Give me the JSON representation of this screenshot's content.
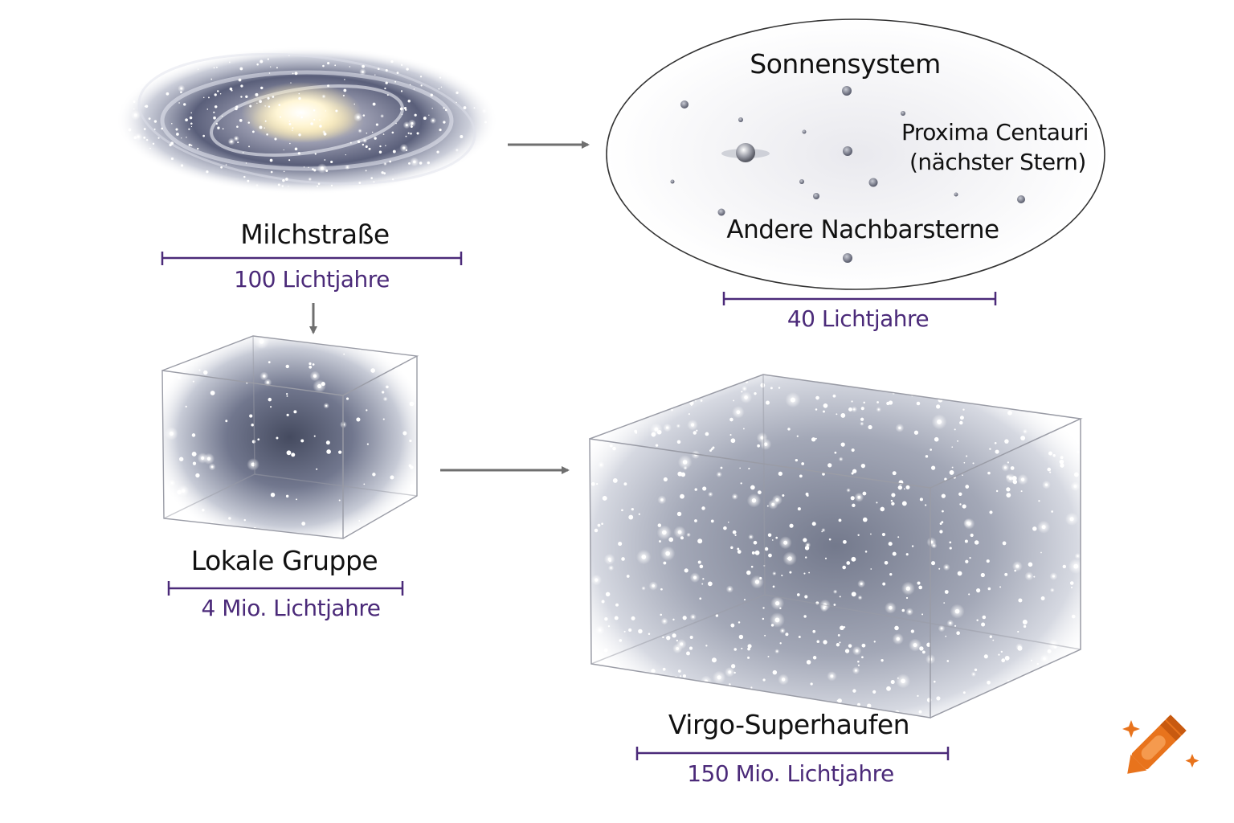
{
  "labels": {
    "milky_way": "Milchstraße",
    "milky_way_scale": "100 Lichtjahre",
    "solar_system": "Sonnensystem",
    "proxima_line1": "Proxima Centauri",
    "proxima_line2": "(nächster Stern)",
    "other_stars": "Andere Nachbarsterne",
    "solar_scale": "40 Lichtjahre",
    "local_group": "Lokale Gruppe",
    "local_group_scale": "4 Mio. Lichtjahre",
    "virgo": "Virgo-Superhaufen",
    "virgo_scale": "150 Mio. Lichtjahre"
  },
  "icons": {
    "logo": "crayon-icon"
  },
  "colors": {
    "scale_bar": "#4b2a79",
    "arrow": "#6f6f6f",
    "text": "#111111",
    "crayon": "#e8731c"
  }
}
